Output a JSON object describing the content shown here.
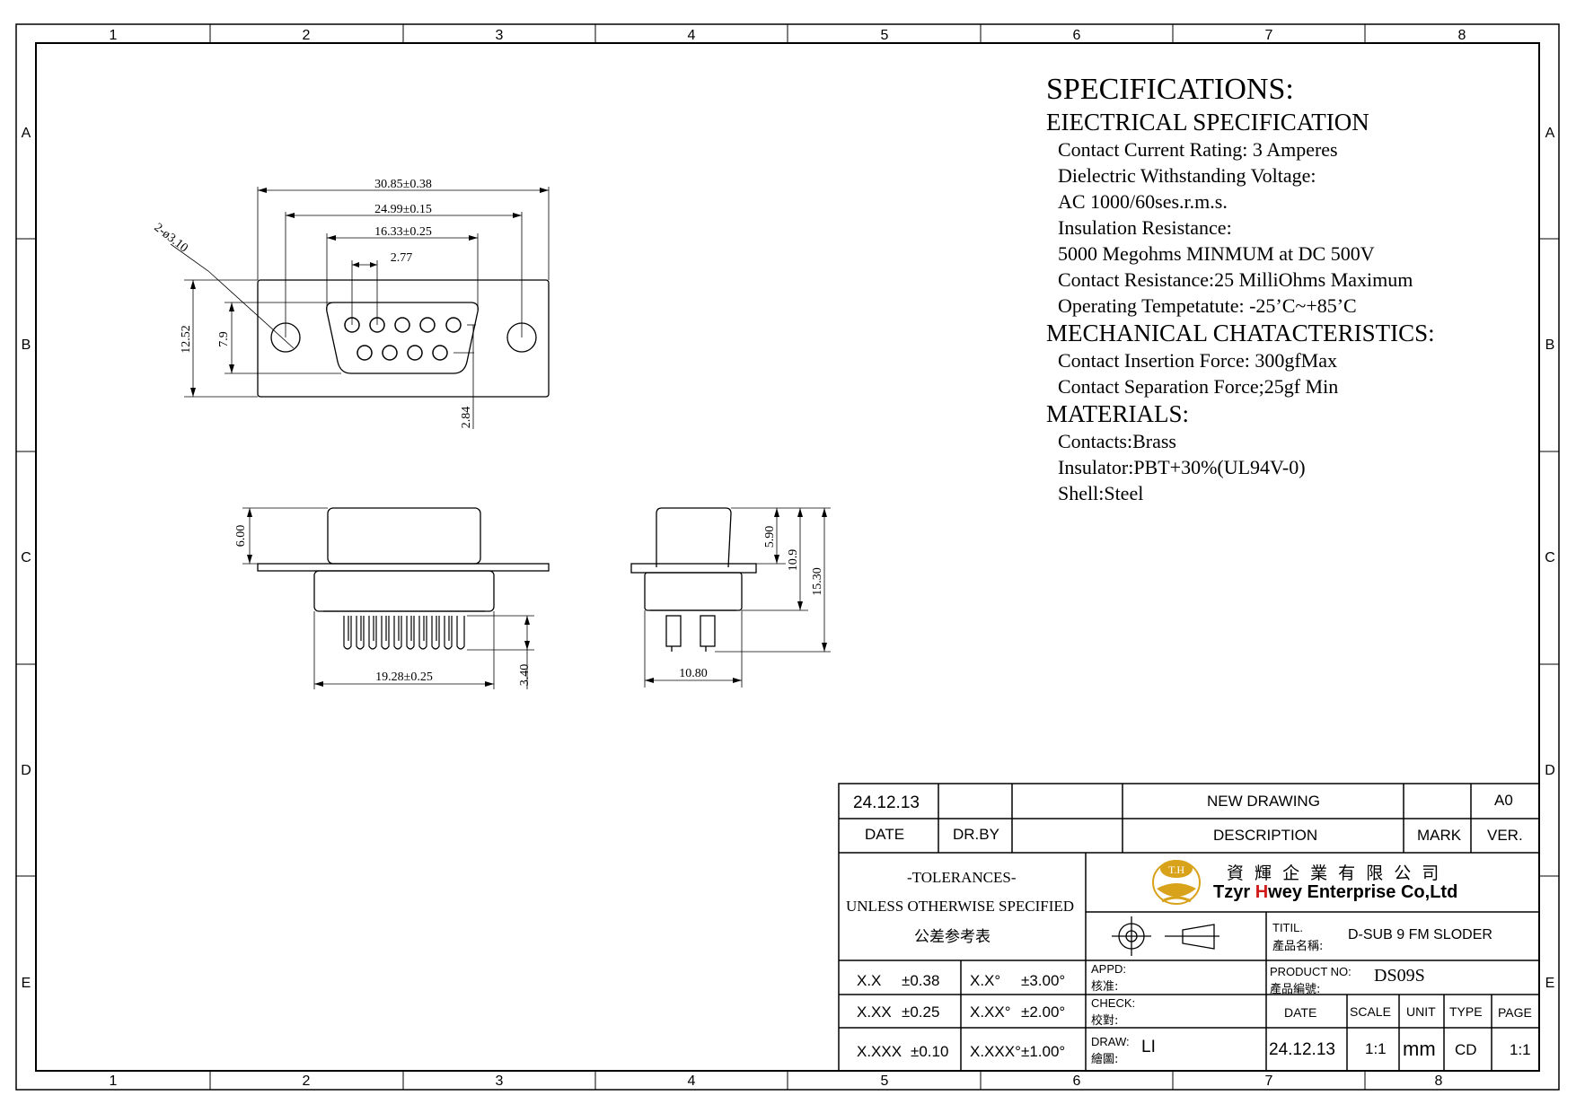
{
  "frame": {
    "columns": [
      "1",
      "2",
      "3",
      "4",
      "5",
      "6",
      "7",
      "8"
    ],
    "rows": [
      "A",
      "B",
      "C",
      "D",
      "E"
    ]
  },
  "specifications": {
    "title": "SPECIFICATIONS:",
    "electrical_heading": "EIECTRICAL SPECIFICATION",
    "electrical_items": [
      "Contact Current Rating: 3 Amperes",
      "Dielectric Withstanding Voltage:",
      "AC 1000/60ses.r.m.s.",
      "Insulation Resistance:",
      "5000 Megohms MINMUM at DC 500V",
      "Contact Resistance:25 MilliOhms Maximum",
      "Operating Tempetatute: -25’C~+85’C"
    ],
    "mechanical_heading": "MECHANICAL CHATACTERISTICS:",
    "mechanical_items": [
      "Contact Insertion Force: 300gfMax",
      "Contact Separation Force;25gf Min"
    ],
    "materials_heading": "MATERIALS:",
    "materials_items": [
      "Contacts:Brass",
      "Insulator:PBT+30%(UL94V-0)",
      "Shell:Steel"
    ]
  },
  "dimensions": {
    "overall_width": "30.85±0.38",
    "hole_spacing": "24.99±0.15",
    "shell_width": "16.33±0.25",
    "pin_pitch": "2.77",
    "hole_dia": "2-ø3.10",
    "flange_height": "12.52",
    "shell_height": "7.9",
    "row_offset": "2.84",
    "front_height": "6.00",
    "tail_width": "19.28±0.25",
    "tail_length": "3.40",
    "side_h1": "5.90",
    "side_h2": "10.9",
    "side_h3": "15.30",
    "side_width": "10.80"
  },
  "title_block": {
    "rev_date": "24.12.13",
    "rev_description": "NEW  DRAWING",
    "rev_version": "A0",
    "hdr_date": "DATE",
    "hdr_drby": "DR.BY",
    "hdr_description": "DESCRIPTION",
    "hdr_mark": "MARK",
    "hdr_ver": "VER.",
    "tol_title": "-TOLERANCES-",
    "tol_sub": "UNLESS OTHERWISE SPECIFIED",
    "tol_cn": "公差参考表",
    "company_cn": "資 輝 企 業 有 限 公 司",
    "company_en_1": "Tzyr ",
    "company_en_h": "H",
    "company_en_2": "wey Enterprise Co,Ltd",
    "logo_text": "T.H",
    "titil_label": "TITIL.",
    "titil_label_cn": "產品名稱:",
    "title_value": "D-SUB 9 FM SLODER",
    "product_label": "PRODUCT NO:",
    "product_label_cn": "產品編號:",
    "product_value": "DS09S",
    "tol_rows": [
      {
        "a": "X.X",
        "b": "±0.38",
        "c": "X.X°",
        "d": "±3.00°"
      },
      {
        "a": "X.XX",
        "b": "±0.25",
        "c": "X.XX°",
        "d": "±2.00°"
      },
      {
        "a": "X.XXX",
        "b": "±0.10",
        "c": "X.XXX°",
        "d": "±1.00°"
      }
    ],
    "appd_label": "APPD:",
    "appd_cn": "核准:",
    "check_label": "CHECK:",
    "check_cn": "校對:",
    "draw_label": "DRAW:",
    "draw_cn": "繪圖:",
    "draw_value": "LI",
    "col_date": "DATE",
    "col_scale": "SCALE",
    "col_unit": "UNIT",
    "col_type": "TYPE",
    "col_page": "PAGE",
    "val_date": "24.12.13",
    "val_scale": "1:1",
    "val_unit": "mm",
    "val_type": "CD",
    "val_page": "1:1"
  },
  "colors": {
    "line": "#000000",
    "logo_gold": "#d9a21b",
    "accent_red": "#d11a1a"
  }
}
